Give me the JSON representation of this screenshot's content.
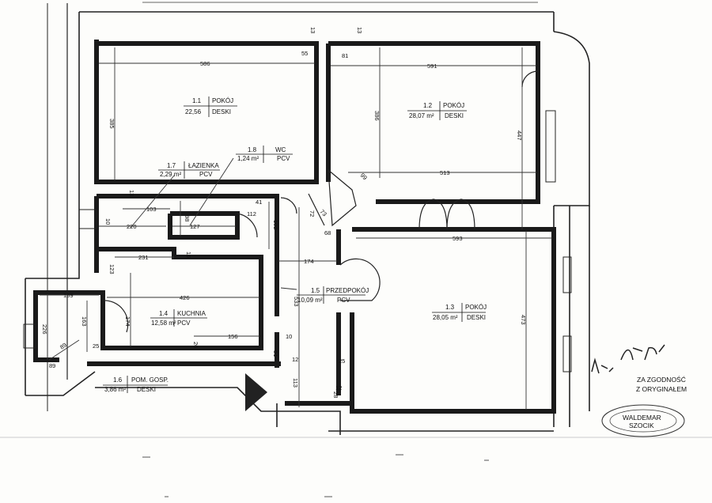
{
  "rooms": [
    {
      "number": "1.1",
      "name": "POKÓJ",
      "area": "22,56",
      "floor": "DESKI"
    },
    {
      "number": "1.2",
      "name": "POKÓJ",
      "area": "28,07 m²",
      "floor": "DESKI"
    },
    {
      "number": "1.3",
      "name": "POKÓJ",
      "area": "28,05 m²",
      "floor": "DESKI"
    },
    {
      "number": "1.4",
      "name": "KUCHNIA",
      "area": "12,58 m²",
      "floor": "PCV"
    },
    {
      "number": "1.5",
      "name": "PRZEDPOKÓJ",
      "area": "10,09 m²",
      "floor": "PCV"
    },
    {
      "number": "1.6",
      "name": "POM. GOSP.",
      "area": "3,86 m²",
      "floor": "DESKI"
    },
    {
      "number": "1.7",
      "name": "ŁAZIENKA",
      "area": "2,29 m²",
      "floor": "PCV"
    },
    {
      "number": "1.8",
      "name": "WC",
      "area": "1,24 m²",
      "floor": "PCV"
    }
  ],
  "dimensions": {
    "d586": "586",
    "d591": "591",
    "d385": "385",
    "d386": "386",
    "d447": "447",
    "d513": "513",
    "d593": "593",
    "d473": "473",
    "d533": "533",
    "d174a": "174",
    "d426": "426",
    "d174b": "174",
    "d163": "163",
    "d226": "226",
    "d189": "189",
    "d89a": "89",
    "d89b": "89",
    "d231": "231",
    "d123": "123",
    "d220": "220",
    "d103": "103",
    "d127": "127",
    "d98": "98",
    "d112": "112",
    "d102": "102",
    "d41": "41",
    "d72": "72",
    "d68": "68",
    "d55": "55",
    "d81": "81",
    "d13a": "13",
    "d13b": "13",
    "d13c": "13",
    "d10a": "10",
    "d10b": "10",
    "d15": "15",
    "d26": "26",
    "d156": "156",
    "d25a": "25",
    "d25b": "25",
    "d51": "51",
    "d113": "113",
    "d28": "28",
    "d12": "12",
    "d99": "99",
    "d73": "73",
    "d12b": "12"
  },
  "certification": {
    "line1": "ZA ZGODNOŚĆ",
    "line2": "Z ORYGINAŁEM"
  },
  "stamp": {
    "name": "WALDEMAR",
    "surname": "SZOCIK"
  },
  "colors": {
    "ink": "#1a1a1a",
    "paper": "#fdfdfb"
  }
}
